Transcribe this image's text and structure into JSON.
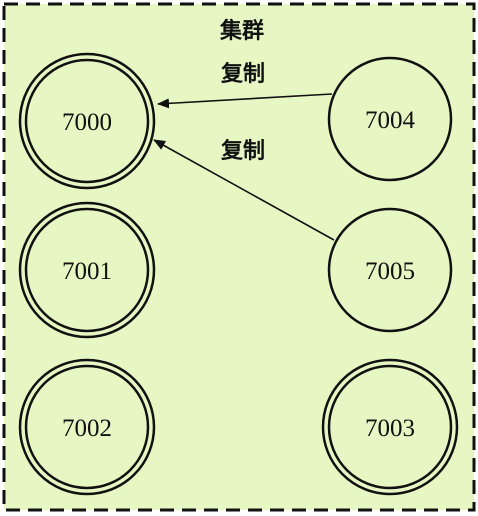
{
  "colors": {
    "background": "#e6f7c4",
    "stroke": "#111111"
  },
  "cluster": {
    "label": "集群"
  },
  "edges": [
    {
      "from": "7004",
      "to": "7000",
      "label": "复制"
    },
    {
      "from": "7005",
      "to": "7000",
      "label": "复制"
    }
  ],
  "nodes": [
    {
      "id": "7000",
      "label": "7000",
      "role": "master"
    },
    {
      "id": "7001",
      "label": "7001",
      "role": "master"
    },
    {
      "id": "7002",
      "label": "7002",
      "role": "master"
    },
    {
      "id": "7003",
      "label": "7003",
      "role": "master"
    },
    {
      "id": "7004",
      "label": "7004",
      "role": "replica"
    },
    {
      "id": "7005",
      "label": "7005",
      "role": "replica"
    }
  ]
}
